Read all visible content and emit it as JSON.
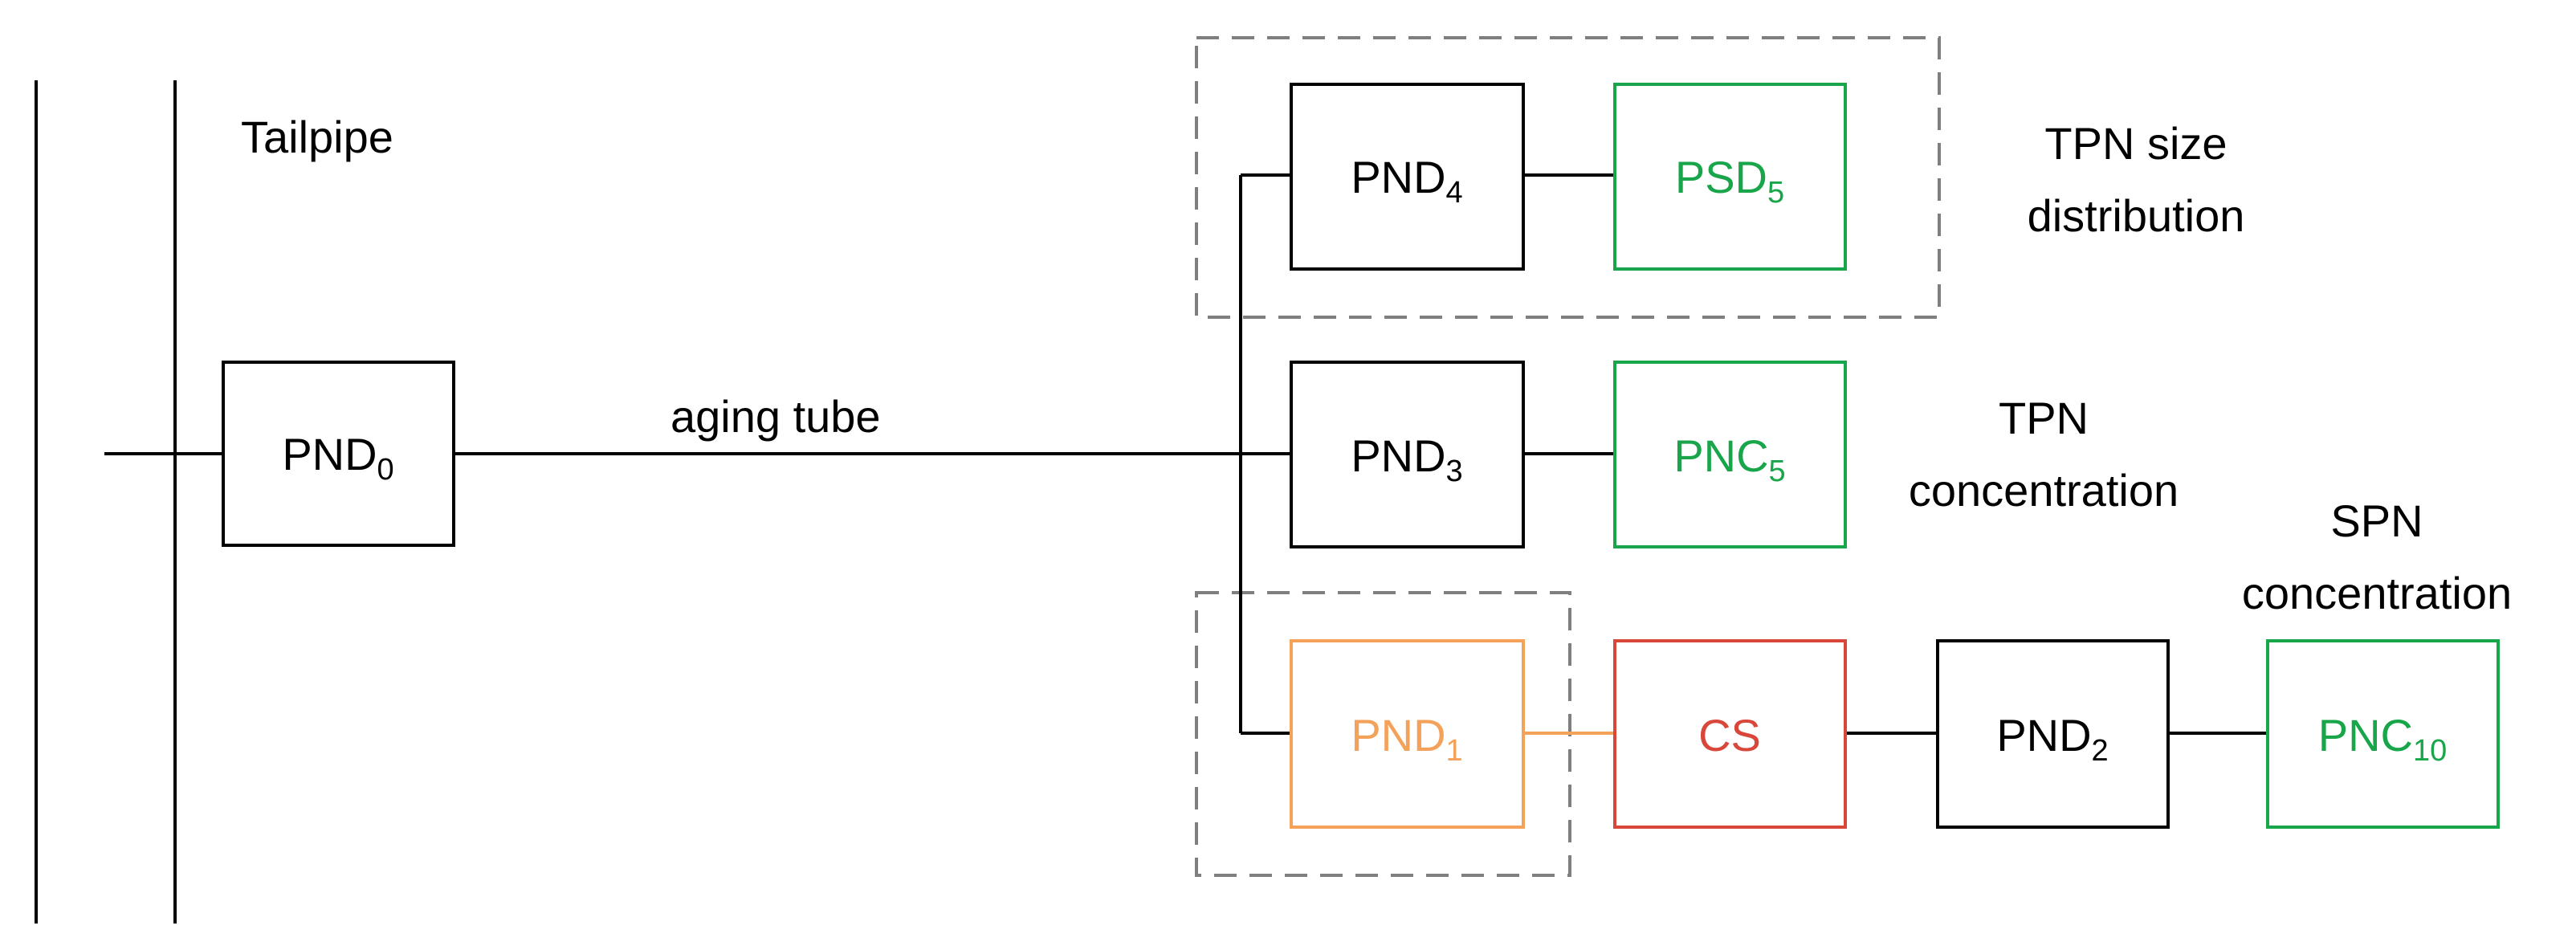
{
  "colors": {
    "black": "#000000",
    "green": "#19a64b",
    "orange": "#f4a259",
    "red": "#d9473b",
    "dashed_outline": "#7f7f7f"
  },
  "labels": {
    "tailpipe": "Tailpipe",
    "aging_tube": "aging tube",
    "tpn_size_line1": "TPN size",
    "tpn_size_line2": "distribution",
    "tpn_conc_line1": "TPN",
    "tpn_conc_line2": "concentration",
    "spn_conc_line1": "SPN",
    "spn_conc_line2": "concentration"
  },
  "boxes": {
    "pnd0": {
      "base": "PND",
      "sub": "0"
    },
    "pnd4": {
      "base": "PND",
      "sub": "4"
    },
    "psd5": {
      "base": "PSD",
      "sub": "5"
    },
    "pnd3": {
      "base": "PND",
      "sub": "3"
    },
    "pnc5": {
      "base": "PNC",
      "sub": "5"
    },
    "pnd1": {
      "base": "PND",
      "sub": "1"
    },
    "cs": {
      "base": "CS",
      "sub": ""
    },
    "pnd2": {
      "base": "PND",
      "sub": "2"
    },
    "pnc10": {
      "base": "PNC",
      "sub": "10"
    }
  }
}
